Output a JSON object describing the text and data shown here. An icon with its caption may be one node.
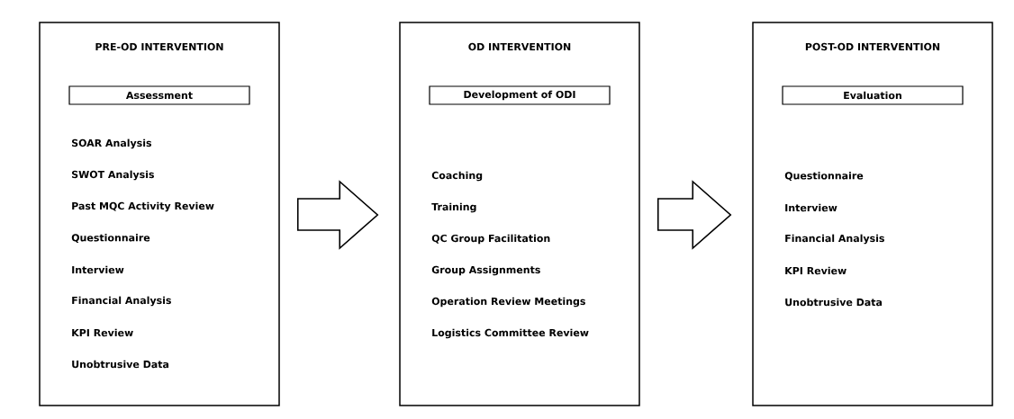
{
  "diagram": {
    "nodes": [
      {
        "text": [
          "PRE-OD INTERVENTION",
          "SOAR Analysis",
          "SWOT Analysis",
          "Past MQC Activity Review",
          "Questionnaire",
          "Interview",
          "Financial Analysis",
          "KPI Review",
          "Unobtrusive Data"
        ]
      },
      {
        "text": [
          "Assessment"
        ],
        "in": 0
      },
      {
        "text": [
          "OD INTERVENTION",
          "Coaching",
          "Training",
          "QC Group Facilitation",
          "Group Assignments",
          "Operation Review Meetings",
          "Logistics Committee Review"
        ]
      },
      {
        "text": [
          "Development of ODI"
        ],
        "in": 2
      },
      {
        "text": [
          "POST-OD INTERVENTION",
          "Questionnaire",
          "Interview",
          "Financial Analysis",
          "KPI Review",
          "Unobtrusive Data"
        ]
      },
      {
        "text": [
          "Evaluation"
        ],
        "in": 4
      }
    ],
    "edges": [
      {
        "from": 0,
        "to": 2,
        "arrow": "to"
      },
      {
        "from": 2,
        "to": 4,
        "arrow": "to"
      }
    ]
  }
}
